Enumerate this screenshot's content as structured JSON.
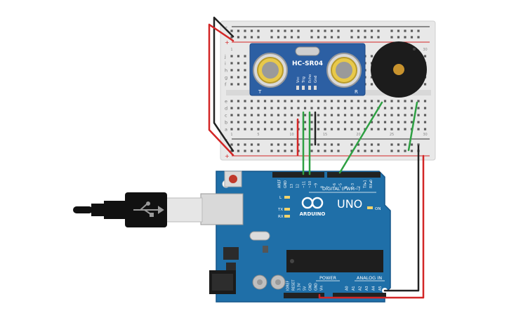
{
  "sensor": {
    "model": "HC-SR04",
    "pins": [
      "Vcc",
      "Trig",
      "Echo",
      "Gnd"
    ],
    "corner_left": "T",
    "corner_right": "R"
  },
  "breadboard": {
    "row_letters_top": [
      "j",
      "i",
      "h",
      "g",
      "f"
    ],
    "row_letters_bottom": [
      "e",
      "d",
      "c",
      "b",
      "a"
    ],
    "column_labels": [
      "1",
      "5",
      "10",
      "15",
      "20",
      "25",
      "30"
    ],
    "rail_plus": "+",
    "rail_minus": "-"
  },
  "arduino": {
    "brand": "ARDUINO",
    "model": "UNO",
    "label_digital": "DIGITAL (PWM~)",
    "label_power": "POWER",
    "label_analog": "ANALOG IN",
    "label_on": "ON",
    "label_l": "L",
    "label_tx": "TX",
    "label_rx": "RX",
    "digital_pins": [
      "AREF",
      "GND",
      "13",
      "12",
      "~11",
      "~10",
      "~9",
      "8",
      "7",
      "~6",
      "~5",
      "4",
      "~3",
      "2",
      "TX▸1",
      "RX◂0"
    ],
    "power_pins": [
      "IOREF",
      "RESET",
      "3.3V",
      "5V",
      "GND",
      "GND",
      "Vin"
    ],
    "analog_pins": [
      "A0",
      "A1",
      "A2",
      "A3",
      "A4",
      "A5"
    ]
  },
  "colors": {
    "board_blue": "#1f6fa8",
    "board_edge": "#15568a",
    "breadboard": "#e6e6e6",
    "wire_red": "#d32626",
    "wire_black": "#222222",
    "wire_green": "#2ea043",
    "sensor_blue": "#2c5fa3"
  }
}
